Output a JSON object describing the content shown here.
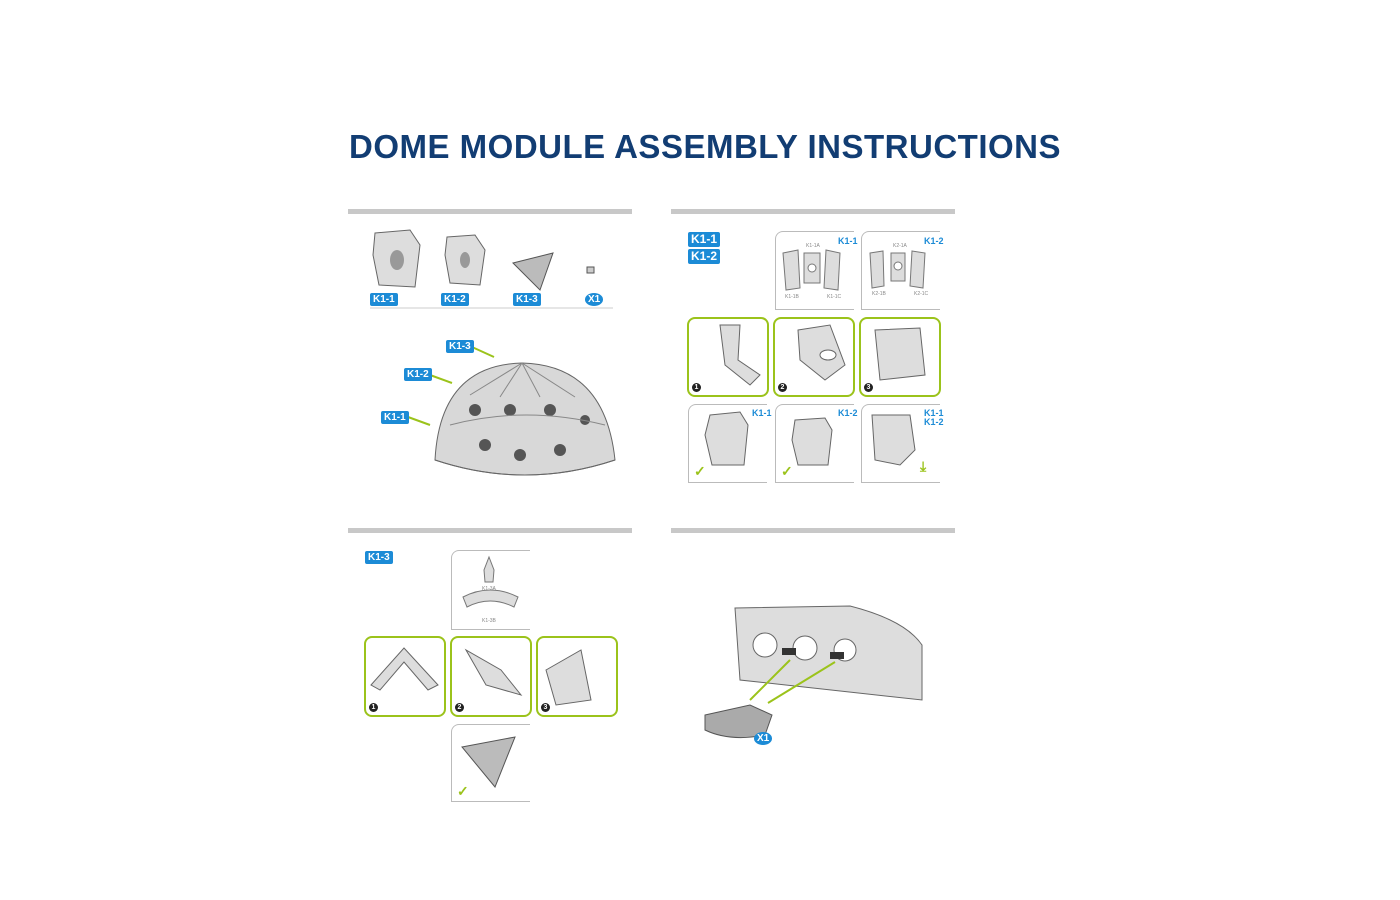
{
  "title": "DOME MODULE ASSEMBLY INSTRUCTIONS",
  "colors": {
    "title": "#123d73",
    "badge": "#1c8bd6",
    "accent": "#9bc31b",
    "bar": "#c8c8c8"
  },
  "panel1": {
    "parts": [
      "K1-1",
      "K1-2",
      "K1-3",
      "X1"
    ],
    "dome_labels": [
      "K1-3",
      "K1-2",
      "K1-1"
    ]
  },
  "panel2": {
    "badges": [
      "K1-1",
      "K1-2"
    ],
    "sheet1": {
      "title": "K1-1",
      "parts": [
        "K1-1A",
        "K1-1B",
        "K1-1C"
      ]
    },
    "sheet2": {
      "title": "K1-2",
      "parts": [
        "K2-1A",
        "K2-1B",
        "K2-1C"
      ]
    },
    "steps": [
      "1",
      "2",
      "3"
    ],
    "results": [
      "K1-1",
      "K1-2",
      "K1-1",
      "K1-2"
    ]
  },
  "panel3": {
    "badge": "K1-3",
    "sheet": {
      "parts": [
        "K1-3A",
        "K1-3B"
      ]
    },
    "steps": [
      "1",
      "2",
      "3"
    ]
  },
  "panel4": {
    "badge": "X1"
  }
}
